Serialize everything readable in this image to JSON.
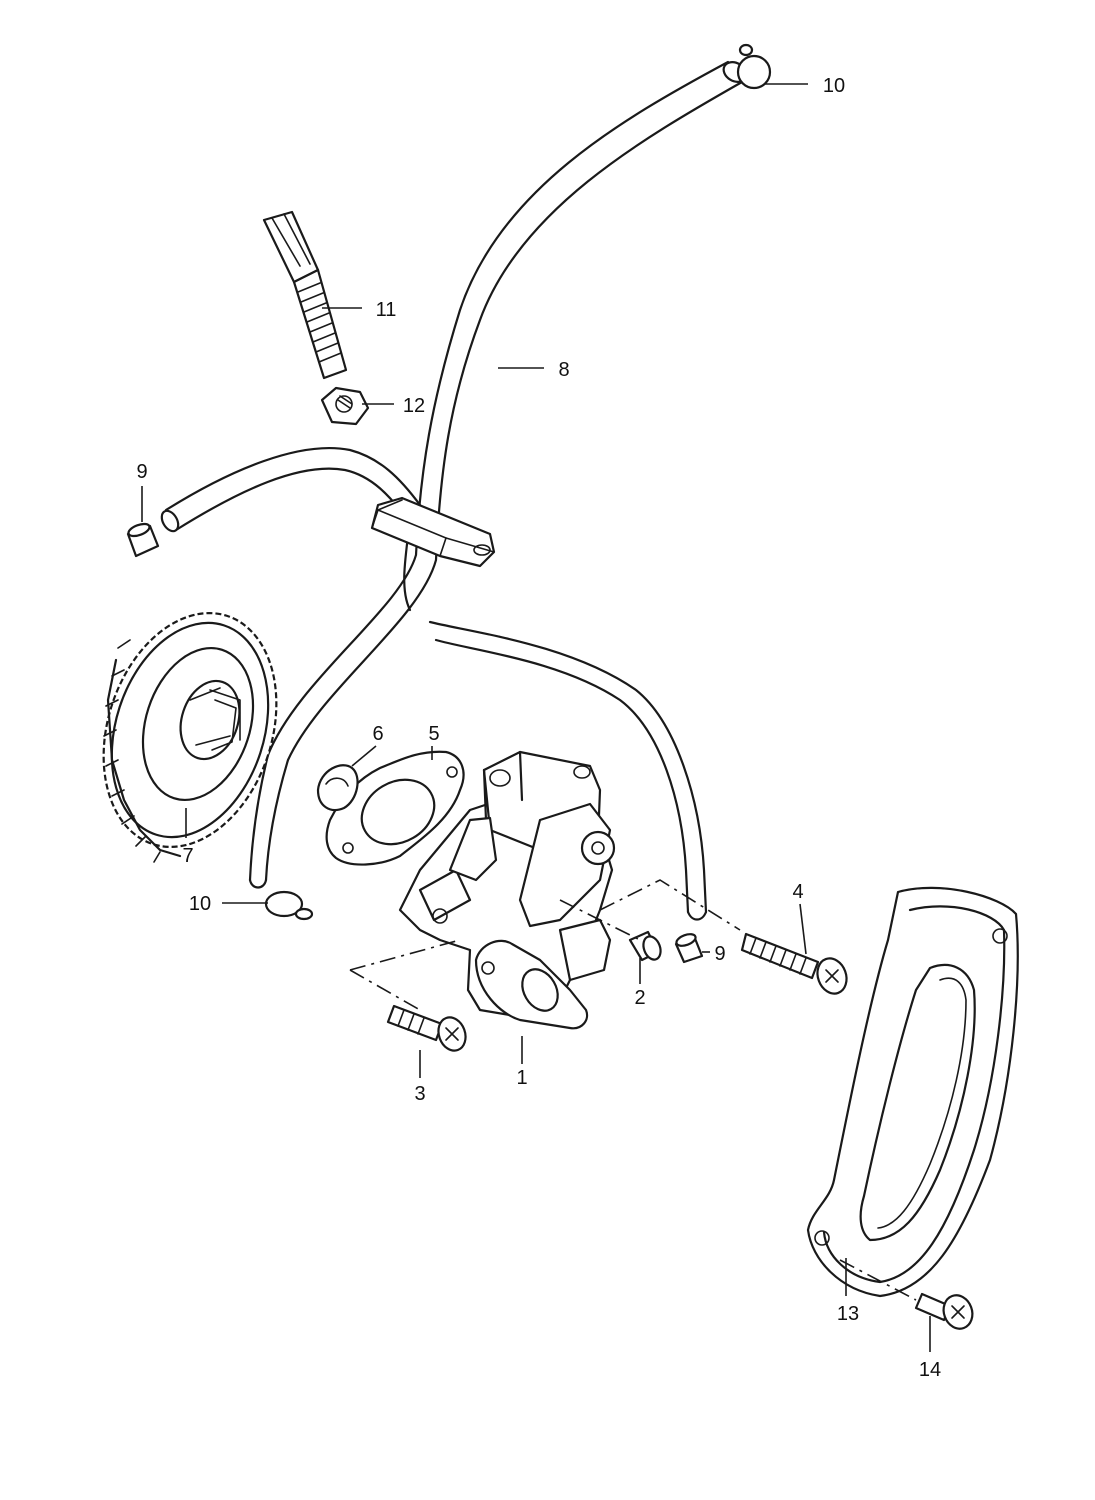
{
  "callouts": [
    {
      "id": "1",
      "text": "1"
    },
    {
      "id": "2",
      "text": "2"
    },
    {
      "id": "3",
      "text": "3"
    },
    {
      "id": "4",
      "text": "4"
    },
    {
      "id": "5",
      "text": "5"
    },
    {
      "id": "6",
      "text": "6"
    },
    {
      "id": "7",
      "text": "7"
    },
    {
      "id": "8",
      "text": "8"
    },
    {
      "id": "9a",
      "text": "9"
    },
    {
      "id": "9b",
      "text": "9"
    },
    {
      "id": "10a",
      "text": "10"
    },
    {
      "id": "10b",
      "text": "10"
    },
    {
      "id": "11",
      "text": "11"
    },
    {
      "id": "12",
      "text": "12"
    },
    {
      "id": "13",
      "text": "13"
    },
    {
      "id": "14",
      "text": "14"
    }
  ]
}
